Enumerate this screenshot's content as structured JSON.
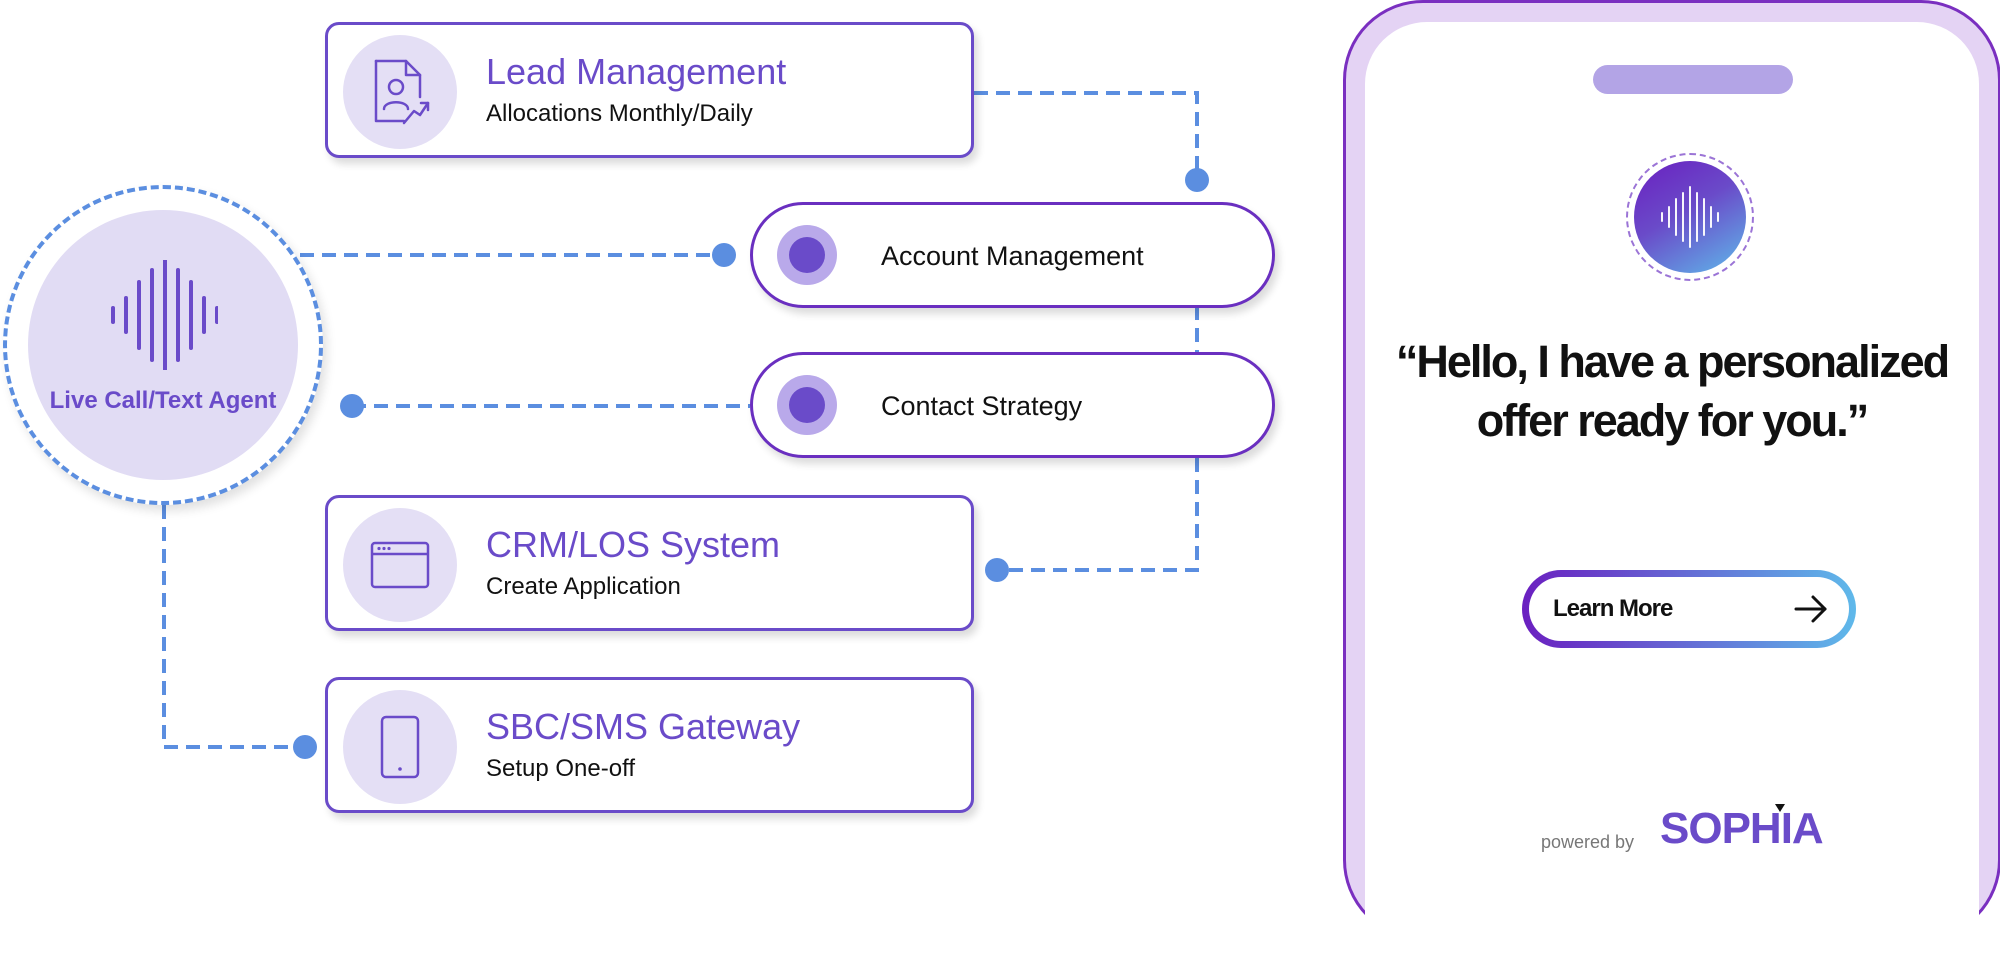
{
  "agent": {
    "label": "Live Call/Text Agent",
    "icon": "voice-wave-icon"
  },
  "cards": [
    {
      "title": "Lead Management",
      "subtitle": "Allocations Monthly/Daily",
      "icon": "document-user-chart-icon"
    },
    {
      "title": "CRM/LOS System",
      "subtitle": "Create Application",
      "icon": "browser-window-icon"
    },
    {
      "title": "SBC/SMS Gateway",
      "subtitle": "Setup One-off",
      "icon": "mobile-phone-icon"
    }
  ],
  "pills": [
    {
      "label": "Account Management"
    },
    {
      "label": "Contact Strategy"
    }
  ],
  "phone": {
    "quote": "“Hello, I have a personalized offer ready for you.”",
    "button_label": "Learn More",
    "powered_by": "powered by",
    "brand": "SOPHIA"
  },
  "colors": {
    "accent": "#6a4bc9",
    "connector": "#5b8ee0",
    "pill_border": "#6a2fc0",
    "phone_frame": "#e4d3f4"
  }
}
